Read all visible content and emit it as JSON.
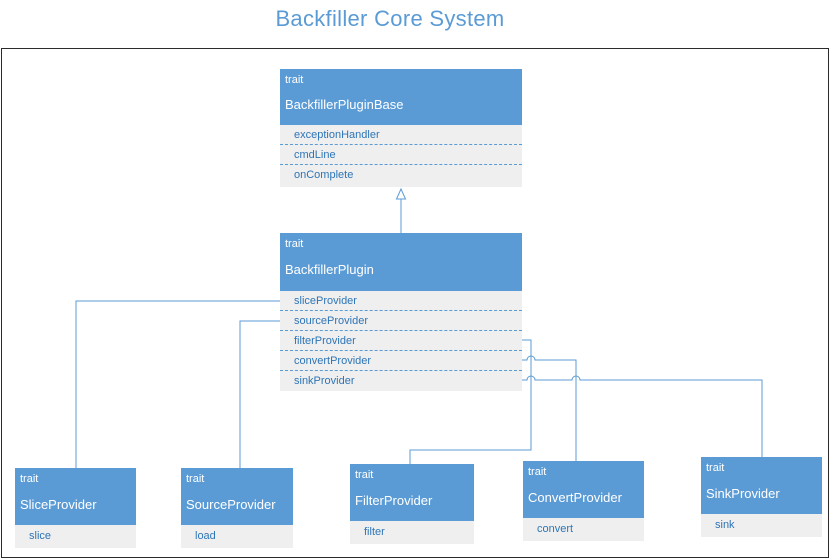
{
  "title": "Backfiller Core System",
  "colors": {
    "header": "#5b9bd5",
    "body": "#efefef",
    "line": "#5b9bd5",
    "text": "#2e75b6"
  },
  "base": {
    "keyword": "trait",
    "name": "BackfillerPluginBase",
    "fields": [
      "exceptionHandler",
      "cmdLine",
      "onComplete"
    ]
  },
  "plugin": {
    "keyword": "trait",
    "name": "BackfillerPlugin",
    "fields": [
      "sliceProvider",
      "sourceProvider",
      "filterProvider",
      "convertProvider",
      "sinkProvider"
    ]
  },
  "providers": [
    {
      "keyword": "trait",
      "name": "SliceProvider",
      "field": "slice"
    },
    {
      "keyword": "trait",
      "name": "SourceProvider",
      "field": "load"
    },
    {
      "keyword": "trait",
      "name": "FilterProvider",
      "field": "filter"
    },
    {
      "keyword": "trait",
      "name": "ConvertProvider",
      "field": "convert"
    },
    {
      "keyword": "trait",
      "name": "SinkProvider",
      "field": "sink"
    }
  ]
}
